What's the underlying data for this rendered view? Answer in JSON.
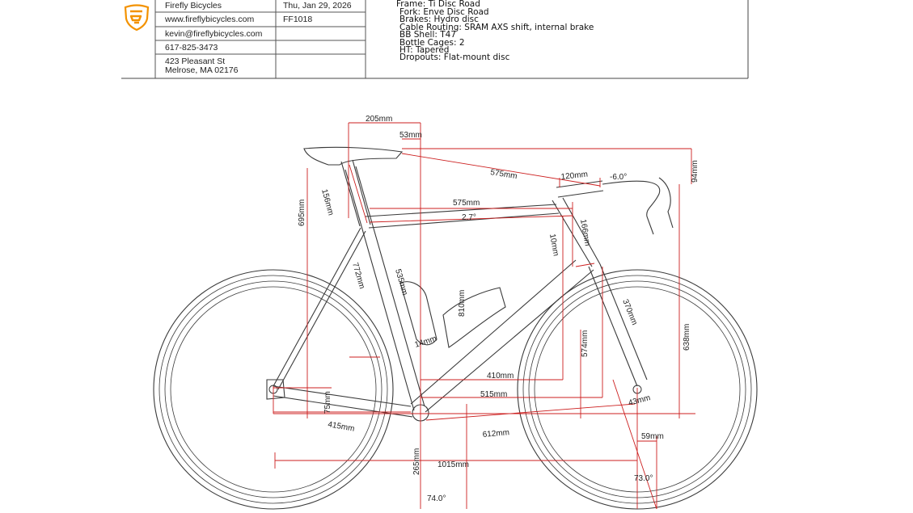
{
  "header": {
    "company": "Firefly Bicycles",
    "website": "www.fireflybicycles.com",
    "email": "kevin@fireflybicycles.com",
    "phone": "617-825-3473",
    "address_line1": "423 Pleasant St",
    "address_line2": "Melrose, MA 02176",
    "date": "Thu, Jan 29, 2026",
    "order_id": "FF1018",
    "logo_color": "#f39200",
    "logo_icon": "firefly-shield-icon"
  },
  "specs": [
    "Frame: Ti Disc Road",
    "Fork: Enve Disc Road",
    "Brakes: Hydro disc",
    "Cable Routing: SRAM AXS shift, internal brake",
    "BB Shell: T47",
    "Bottle Cages: 2",
    "HT: Tapered",
    "Dropouts: Flat-mount disc"
  ],
  "dimensions": {
    "saddle_setback": "205mm",
    "saddle_offset": "53mm",
    "saddle_to_bar": "575mm",
    "stem_length": "120mm",
    "stem_angle": "-6.0°",
    "bar_drop": "94mm",
    "top_tube": "575mm",
    "top_tube_slope": "2.7°",
    "seat_post_ext": "156mm",
    "saddle_height": "695mm",
    "seat_tube_ct": "772mm",
    "seat_tube_cc": "535mm",
    "head_tube_extension": "10mm",
    "head_tube": "166mm",
    "stack": "810mm",
    "reach_574": "574mm",
    "fork_length": "370mm",
    "handlebar_height": "638mm",
    "seat_tube_offset": "14mm",
    "front_center_410": "410mm",
    "front_center_515": "515mm",
    "bb_drop": "75mm",
    "chainstay": "415mm",
    "down_tube_612": "612mm",
    "fork_offset": "43mm",
    "trail": "59mm",
    "wheelbase": "1015mm",
    "bb_height": "265mm",
    "seat_angle": "74.0°",
    "head_angle": "73.0°"
  },
  "colors": {
    "drawing": "#3a3a3a",
    "dimension": "#cc1f1f"
  }
}
